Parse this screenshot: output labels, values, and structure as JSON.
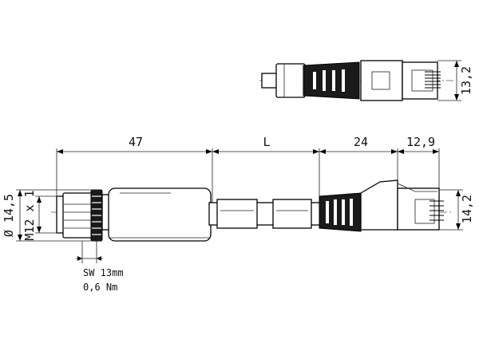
{
  "dimensions": {
    "length_connector": "47",
    "length_cable": "L",
    "length_boot": "24",
    "length_plug": "12,9",
    "height_plug_top": "13,2",
    "height_plug_side": "14,2",
    "diameter": "Ø 14,5",
    "thread": "M12 x 1"
  },
  "notes": {
    "wrench_size": "SW 13mm",
    "torque": "0,6 Nm"
  }
}
